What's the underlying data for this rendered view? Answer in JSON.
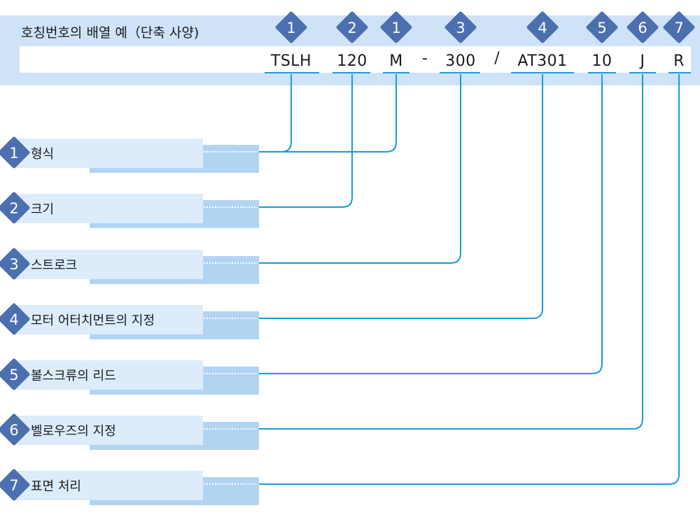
{
  "title": "호칭번호의 배열 예（단축 사양)",
  "code_segments": [
    {
      "text": "TSLH",
      "badge": "1"
    },
    {
      "text": "120",
      "badge": "2"
    },
    {
      "text": "M",
      "badge": "1"
    },
    {
      "text": "300",
      "badge": "3"
    },
    {
      "text": "AT301",
      "badge": "4"
    },
    {
      "text": "10",
      "badge": "5"
    },
    {
      "text": "J",
      "badge": "6"
    },
    {
      "text": "R",
      "badge": "7"
    }
  ],
  "separators": [
    "-",
    "/"
  ],
  "items": [
    {
      "num": "1",
      "label": "형식"
    },
    {
      "num": "2",
      "label": "크기"
    },
    {
      "num": "3",
      "label": "스트로크"
    },
    {
      "num": "4",
      "label": "모터 어터치먼트의 지정"
    },
    {
      "num": "5",
      "label": "볼스크류의 리드"
    },
    {
      "num": "6",
      "label": "벨로우즈의 지정"
    },
    {
      "num": "7",
      "label": "표면 처리"
    }
  ],
  "colors": {
    "badge": "#4c6fb0",
    "line": "#1a9ad6",
    "header_band": "#cfe3f8",
    "label_box": "#dcecfb",
    "label_shadow": "#b1d4f3"
  }
}
